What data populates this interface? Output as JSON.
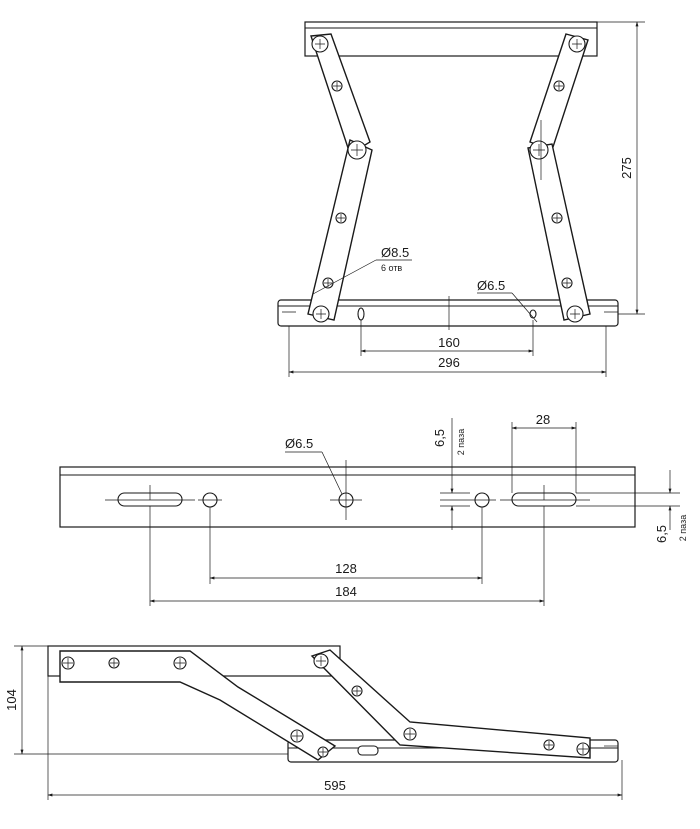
{
  "front_view": {
    "height_label": "275",
    "hole_large_label": "Ø8.5",
    "hole_large_count": "6 отв",
    "hole_small_label": "Ø6.5",
    "spacing_inner_label": "160",
    "spacing_outer_label": "296"
  },
  "bottom_view": {
    "hole_label": "Ø6.5",
    "slot_width_label": "6,5",
    "slot_width_note": "2 паза",
    "slot_length_label": "28",
    "slot_width_right_label": "6,5",
    "slot_width_right_note": "2 паза",
    "spacing_inner_label": "128",
    "spacing_outer_label": "184"
  },
  "side_view": {
    "height_label": "104",
    "length_label": "595"
  }
}
